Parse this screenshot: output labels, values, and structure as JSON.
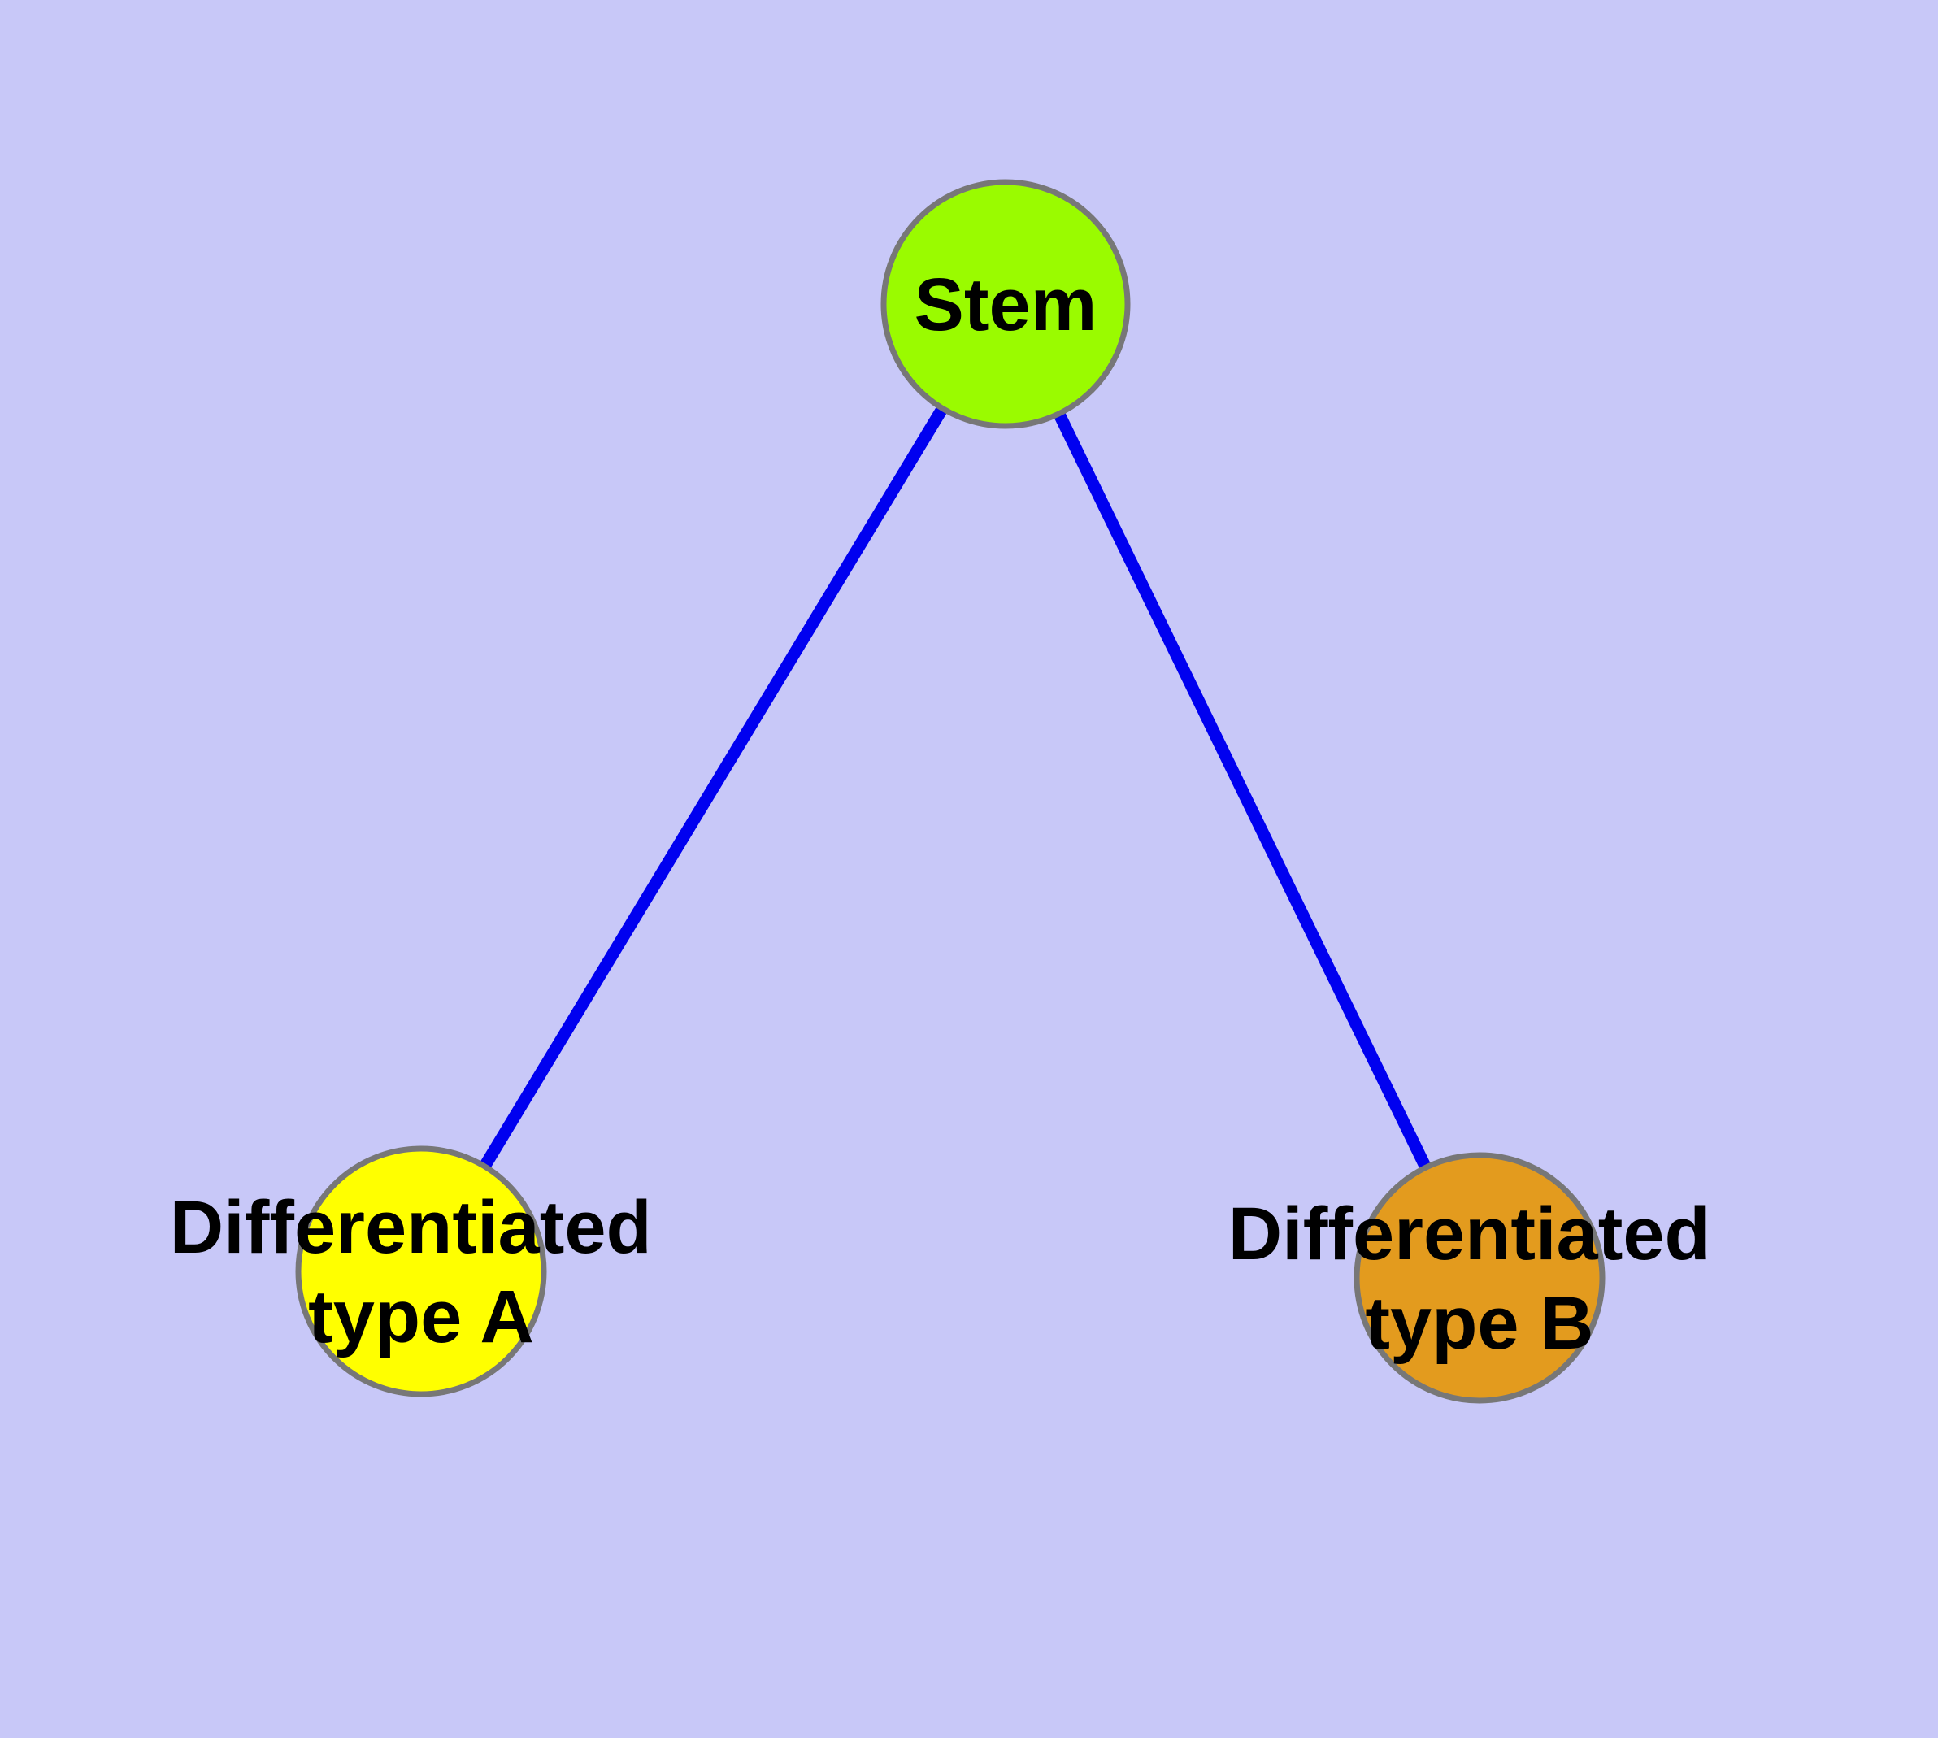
{
  "graph": {
    "type": "node-link-diagram",
    "background_color": "#c8c8f8",
    "edge_color": "#0000f0",
    "node_stroke_color": "#777777",
    "label_color": "#000000",
    "nodes": [
      {
        "id": "stem",
        "label": "Stem",
        "label_line1": "Stem",
        "label_line2": "",
        "color": "#9afb00",
        "shape": "circle"
      },
      {
        "id": "type-a",
        "label": "Differentiated type A",
        "label_line1": "Differentiated",
        "label_line2": "type A",
        "color": "#ffff00",
        "shape": "circle"
      },
      {
        "id": "type-b",
        "label": "Differentiated type B",
        "label_line1": "Differentiated",
        "label_line2": "type B",
        "color": "#e39b1e",
        "shape": "circle"
      }
    ],
    "edges": [
      {
        "from": "stem",
        "to": "type-a"
      },
      {
        "from": "stem",
        "to": "type-b"
      }
    ]
  }
}
